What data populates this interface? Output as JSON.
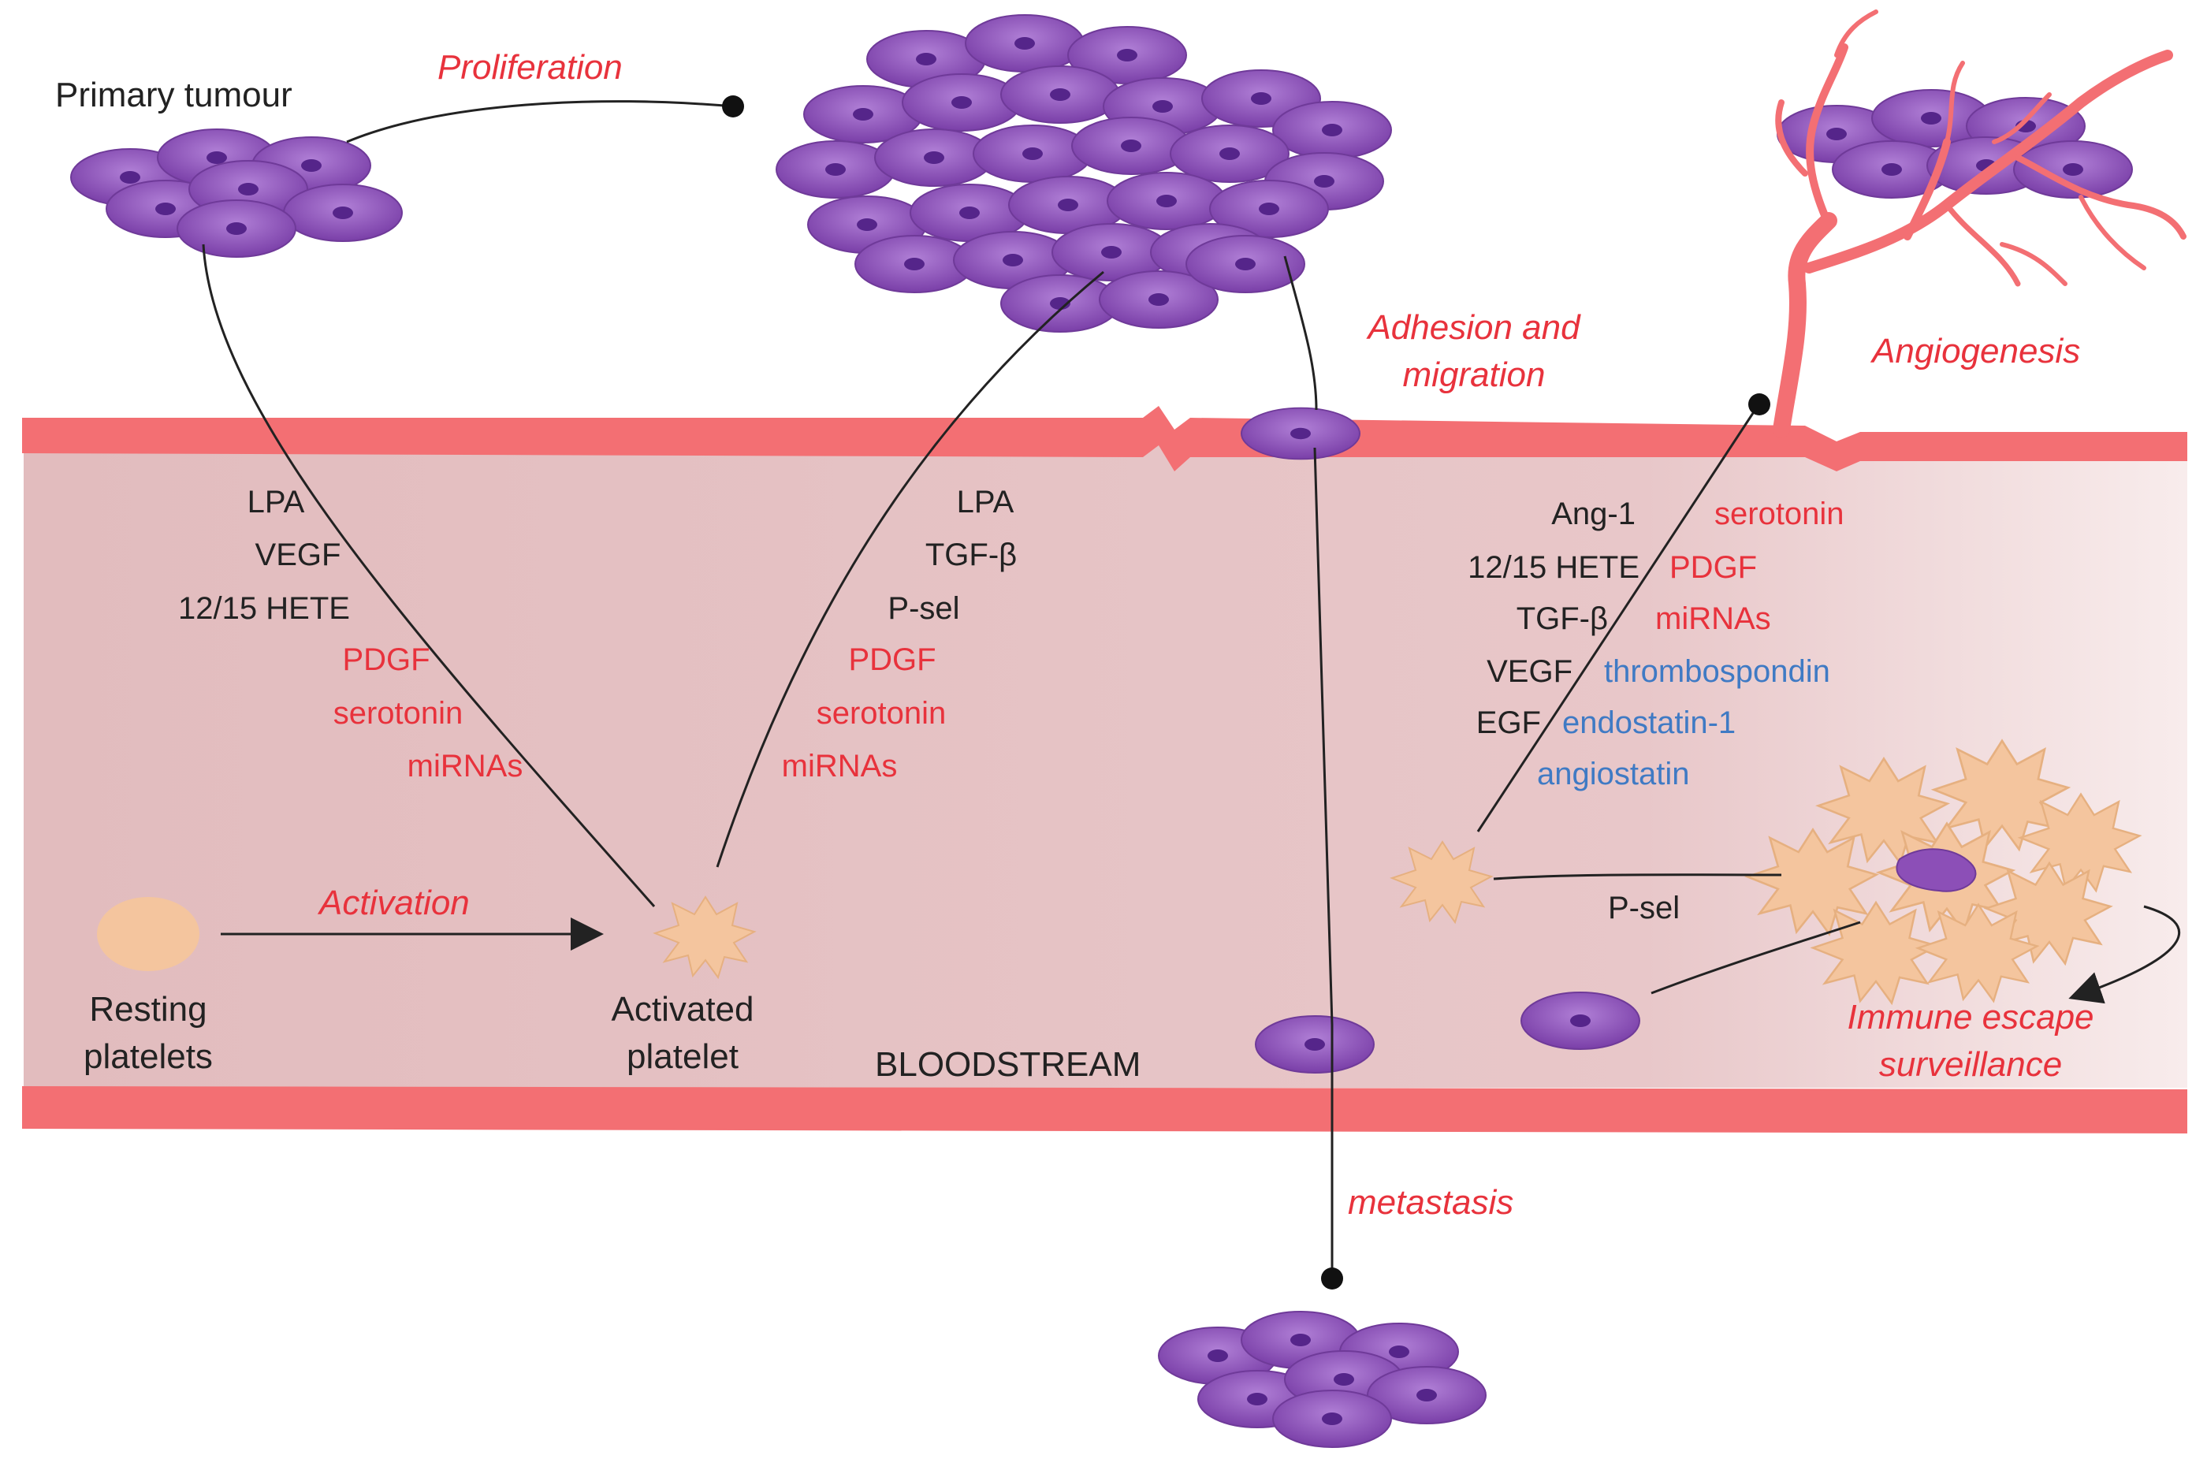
{
  "title": "",
  "labels": {
    "primary_tumour": "Primary tumour",
    "bloodstream": "BLOODSTREAM",
    "resting_platelets": [
      "Resting",
      "platelets"
    ],
    "activated_platelet": [
      "Activated",
      "platelet"
    ],
    "p_sel_bottom": "P-sel"
  },
  "processes": {
    "proliferation": "Proliferation",
    "adhesion_migration": [
      "Adhesion and",
      "migration"
    ],
    "angiogenesis": "Angiogenesis",
    "activation": "Activation",
    "immune_escape": [
      "Immune escape",
      "surveillance"
    ],
    "metastasis": "metastasis"
  },
  "factors": {
    "left": [
      {
        "text": "LPA",
        "color": "black"
      },
      {
        "text": "VEGF",
        "color": "black"
      },
      {
        "text": "12/15 HETE",
        "color": "black"
      },
      {
        "text": "PDGF",
        "color": "red"
      },
      {
        "text": "serotonin",
        "color": "red"
      },
      {
        "text": "miRNAs",
        "color": "red"
      }
    ],
    "middle": [
      {
        "text": "LPA",
        "color": "black"
      },
      {
        "text": "TGF-β",
        "color": "black"
      },
      {
        "text": "P-sel",
        "color": "black"
      },
      {
        "text": "PDGF",
        "color": "red"
      },
      {
        "text": "serotonin",
        "color": "red"
      },
      {
        "text": "miRNAs",
        "color": "red"
      }
    ],
    "right_black": [
      "Ang-1",
      "12/15 HETE",
      "TGF-β",
      "VEGF",
      "EGF"
    ],
    "right_red": [
      "serotonin",
      "PDGF",
      "miRNAs"
    ],
    "right_blue": [
      "thrombospondin",
      "endostatin-1",
      "angiostatin"
    ]
  },
  "colors": {
    "vessel_wall": "#f36f73",
    "vessel_lumen": "#e7c3c5",
    "tumour_cell": "#8c4fb7",
    "tumour_nucleus": "#5d2a90",
    "platelet": "#f4c59e",
    "pro_factor": "#e8323c",
    "anti_factor": "#3f7ac4",
    "label_text": "#222222"
  }
}
